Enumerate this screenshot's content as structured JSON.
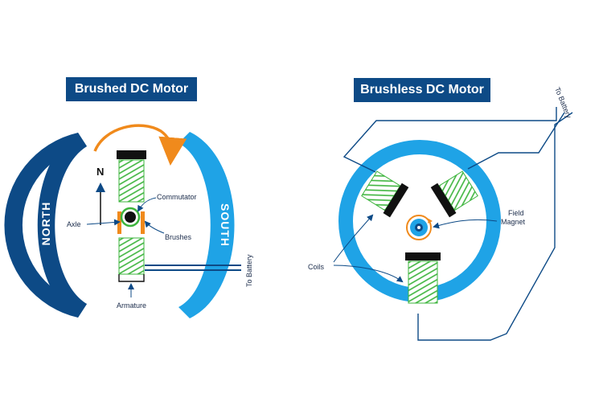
{
  "brushed": {
    "title": "Brushed DC Motor",
    "north": "NORTH",
    "south": "SOUTH",
    "n_mark": "N",
    "labels": {
      "commutator": "Commutator",
      "axle": "Axle",
      "brushes": "Brushes",
      "armature": "Armature",
      "to_battery": "To Battery"
    }
  },
  "brushless": {
    "title": "Brushless DC Motor",
    "labels": {
      "to_battery": "To Battery",
      "field": "Field",
      "magnet": "Magnet",
      "coils": "Coils"
    }
  },
  "colors": {
    "navy": "#0d4a86",
    "blue": "#1fa3e6",
    "orange": "#f08a1c",
    "coil_green": "#3cb43c",
    "black": "#111111"
  }
}
